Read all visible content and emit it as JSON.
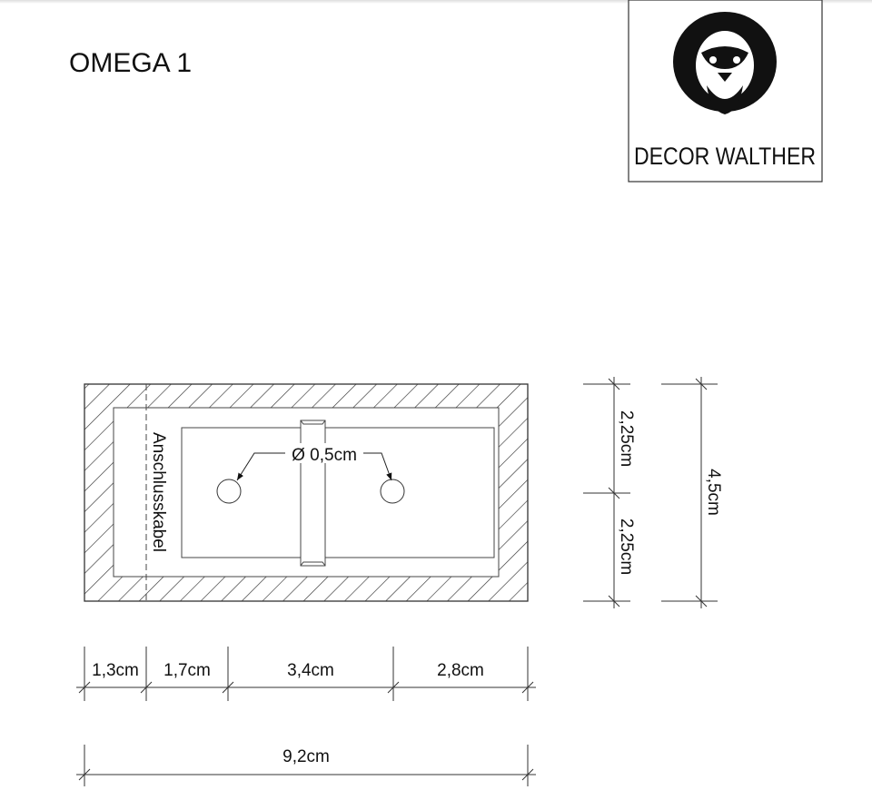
{
  "title": "OMEGA 1",
  "logo": {
    "brand": "DECOR WALTHER",
    "icon": "lion-head-icon"
  },
  "drawing": {
    "cable_label": "Anschlusskabel",
    "hole_label": "Ø 0,5cm"
  },
  "dimensions": {
    "horizontal": [
      "1,3cm",
      "1,7cm",
      "3,4cm",
      "2,8cm"
    ],
    "total_width": "9,2cm",
    "vertical": [
      "2,25cm",
      "2,25cm"
    ],
    "total_height": "4,5cm"
  }
}
